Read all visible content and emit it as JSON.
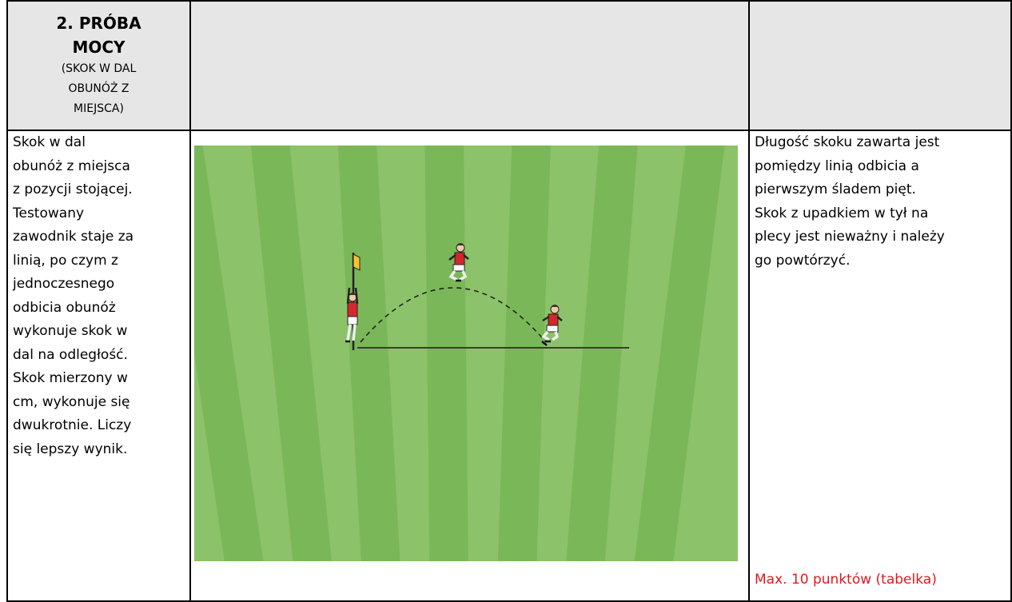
{
  "header": {
    "title_line1": "2. PRÓBA",
    "title_line2": "MOCY",
    "subtitle_line1": "(SKOK W DAL",
    "subtitle_line2": "OBUNÓŻ Z",
    "subtitle_line3": "MIEJSCA)"
  },
  "description": {
    "lines": [
      "Skok w dal",
      "obunóż z miejsca",
      "z pozycji stojącej.",
      "Testowany",
      "zawodnik staje za",
      "linią, po czym z",
      "jednoczesnego",
      "odbicia obunóż",
      "wykonuje skok w",
      "dal na odległość.",
      "Skok mierzony w",
      "cm, wykonuje się",
      "dwukrotnie. Liczy",
      "się lepszy wynik."
    ]
  },
  "notes": {
    "lines": [
      "Długość skoku zawarta jest",
      "pomiędzy linią odbicia a",
      "pierwszym śladem pięt.",
      "Skok z upadkiem w tył na",
      "plecy jest nieważny i należy",
      "go powtórzyć."
    ],
    "score": "Max. 10 punktów (tabelka)"
  },
  "diagram": {
    "pitch_color_light": "#8cc26a",
    "pitch_color_dark": "#7ab758",
    "player_shirt_color": "#d7262b",
    "player_shorts_color": "#ffffff",
    "flag_color": "#f2c530",
    "icons": [
      "corner-flag-icon",
      "player-icon"
    ]
  }
}
